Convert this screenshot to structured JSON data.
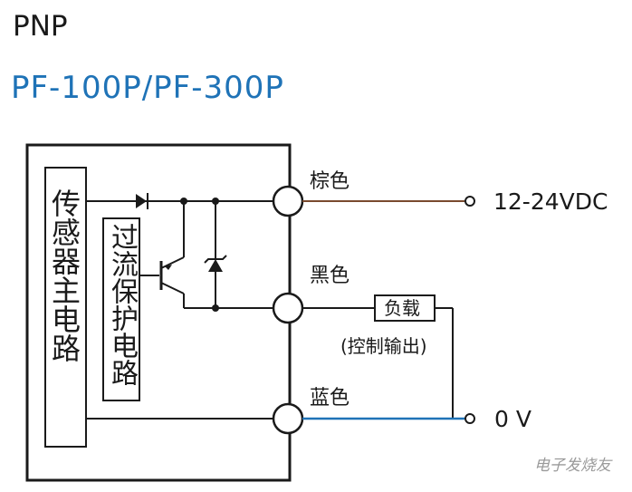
{
  "header": {
    "output_type": "PNP",
    "model": "PF-100P/PF-300P"
  },
  "blocks": {
    "sensor_main_circuit": "传感器主电路",
    "overcurrent_protection": "过流保护电路"
  },
  "wires": {
    "brown": {
      "label": "棕色",
      "supply": "12-24VDC",
      "color": "#7a4a2e"
    },
    "black": {
      "label": "黑色",
      "load": "负载",
      "note": "(控制输出)",
      "color": "#1a1a1a"
    },
    "blue": {
      "label": "蓝色",
      "supply": "0 V",
      "color": "#1f73b7"
    }
  },
  "watermark": "电子发烧友",
  "colors": {
    "title": "#1f73b7",
    "text": "#1a1a1a"
  }
}
